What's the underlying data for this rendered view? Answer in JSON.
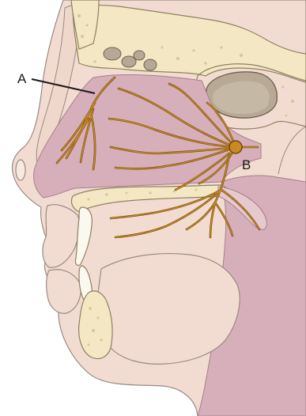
{
  "labels": {
    "a": "A",
    "b": "B"
  },
  "colors": {
    "background": "#ffffff",
    "skin": "#f2dcd2",
    "skin_outline": "#9a8a82",
    "bone": "#f3e7c4",
    "bone_outline": "#8f8060",
    "bone_spot": "#d8c592",
    "mucosa": "#d7afba",
    "mucosa_light": "#e6c8cf",
    "cavity_dark": "#a99b8a",
    "nerve": "#c98a22",
    "nerve_outline": "#6f4a0e",
    "tooth": "#faf8ef",
    "leader_line": "#1a1a1a"
  },
  "icons": {
    "figure": "nasal-cavity-nerve-diagram"
  }
}
